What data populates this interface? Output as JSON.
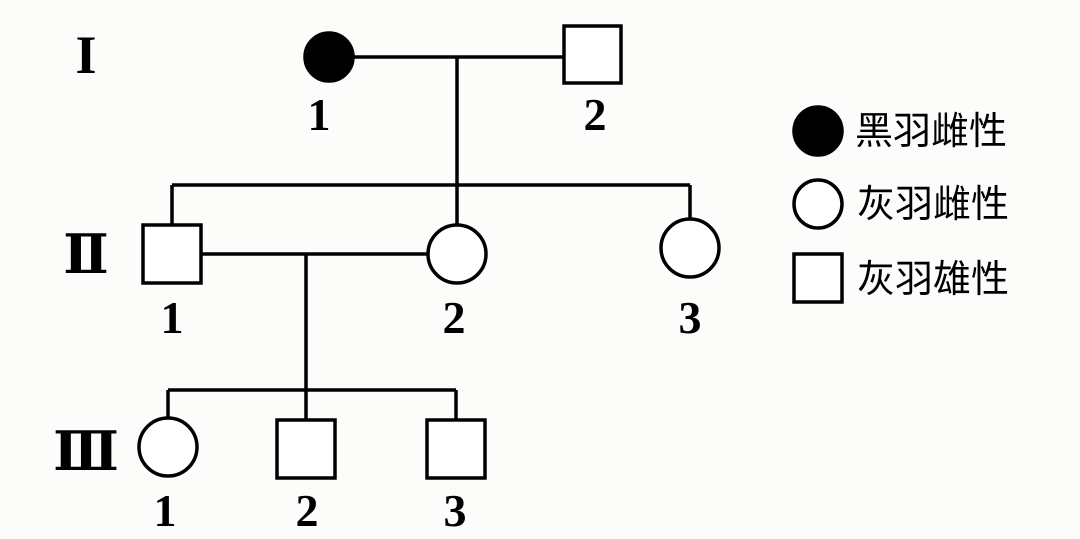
{
  "generations": [
    {
      "label": "I",
      "members": [
        {
          "number": "1",
          "sex": "female",
          "phenotype": "黑羽"
        },
        {
          "number": "2",
          "sex": "male",
          "phenotype": "灰羽"
        }
      ]
    },
    {
      "label": "Ⅱ",
      "members": [
        {
          "number": "1",
          "sex": "male",
          "phenotype": "灰羽"
        },
        {
          "number": "2",
          "sex": "female",
          "phenotype": "灰羽"
        },
        {
          "number": "3",
          "sex": "female",
          "phenotype": "灰羽"
        }
      ]
    },
    {
      "label": "Ⅲ",
      "members": [
        {
          "number": "1",
          "sex": "female",
          "phenotype": "灰羽"
        },
        {
          "number": "2",
          "sex": "male",
          "phenotype": "灰羽"
        },
        {
          "number": "3",
          "sex": "male",
          "phenotype": "灰羽"
        }
      ]
    }
  ],
  "legend": [
    {
      "symbol": "filled-circle",
      "label": "黑羽雌性"
    },
    {
      "symbol": "open-circle",
      "label": "灰羽雌性"
    },
    {
      "symbol": "open-square",
      "label": "灰羽雄性"
    }
  ]
}
